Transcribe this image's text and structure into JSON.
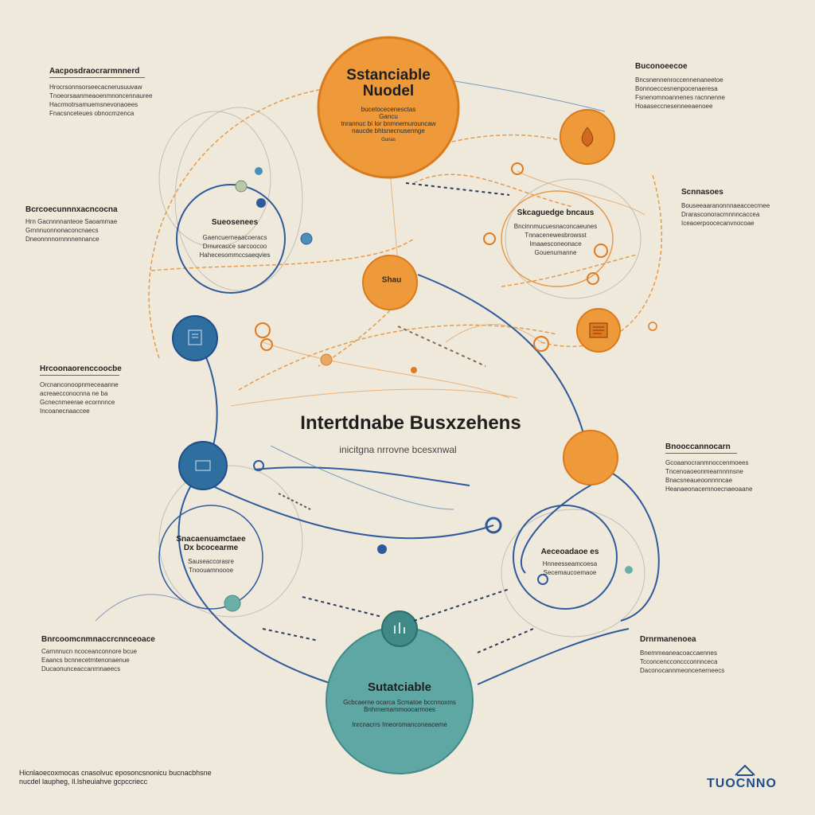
{
  "colors": {
    "background": "#efe9dc",
    "orange": "#ef9a3a",
    "orange_dark": "#d97b1c",
    "blue": "#2f6f9f",
    "navy": "#1f4e8c",
    "teal": "#5ea7a5",
    "line_blue": "#2e5a9c",
    "line_orange": "#e59a4a"
  },
  "icons": [
    "flame-icon",
    "document-icon",
    "book-icon",
    "building-logo-icon"
  ],
  "diagram": {
    "title": "Intertdnabe Busxzehens",
    "subtitle": "inicitgna nrrovne bcesxnwal",
    "top_node": {
      "title": "Sstanciable Nuodel",
      "lines": [
        "bucetocecenesctas",
        "Gancu",
        "tnrannuc bi Ior bnmnemurouncaw",
        "naucde bhtsnecnusennge"
      ],
      "foot": "Gunas"
    },
    "bottom_node": {
      "title": "Sutatciable",
      "lines": [
        "Gcbcaerne ocarca Scmatoe bccnnoxms",
        "Bnhrnemammoocarmoes",
        "Inrcnacrrs Imeoromanconeaceme"
      ]
    },
    "center_node": {
      "label": "Shau"
    },
    "left_ring_top": {
      "title": "Sueosenees",
      "lines": [
        "Gaencuerneaacoeracs",
        "Drnurcauce sarcoocoo",
        "Hahecesommccsaeqvies"
      ]
    },
    "left_ring_bottom": {
      "title": "Snacaenuamctaee",
      "subtitle": "Dx bcocearme",
      "lines": [
        "Sauseaccorasre",
        "Tnoouamnoooe"
      ]
    },
    "right_ring_top": {
      "title": "Skcaguedge bncaus",
      "lines": [
        "Bncinnmucuesnaconcaeunes",
        "Tnnacenewesbrowsst",
        "Imaaesconeonace",
        "Gouenumanne"
      ]
    },
    "right_ring_bottom": {
      "title": "Aeceoadaoe es",
      "lines": [
        "Hnneesseamcoesa",
        "Secemaucoemaoe"
      ]
    },
    "labels": [
      {
        "title": "Aacposdraocrarmnnerd",
        "lines": [
          "Hrocrsonnsorseecacnerusuuvaw",
          "Tnoeorsaanmeaoenmnoncennauree",
          "Hacrmotrsamuemsnevonaoees",
          "Fnacsnceteues obnocmzenca"
        ]
      },
      {
        "title": "Buconoeecoe",
        "lines": [
          "Bncsnennenroccennenaneetoe",
          "Bonnoeccesnenpocenaeresa",
          "Fsnenomnoannenes racnnenne",
          "Hoaaseccnesenneeaenoee"
        ]
      },
      {
        "title": "Bcrcoecunnnxacncocna",
        "lines": [
          "Hrn Gacnnnnanteoe Saoammae",
          "Grnnnuonnonaconcnaecs",
          "Dneonnnnornnnnennance"
        ]
      },
      {
        "title": "Scnnasoes",
        "lines": [
          "Bouseeaaranonnnaeaccecrnee",
          "Drarasconoracrnnnncaccea",
          "Iceaoerpoocecanvnocoae"
        ]
      },
      {
        "title": "Hrcoonaorenccoocbe",
        "lines": [
          "Orcnanconoopnmeceaanne",
          "acreaecconocnna ne ba",
          "Gcnecnmeerae ecornnnce",
          "Incoanecnaaccee"
        ]
      },
      {
        "title": "Bnooccannocarn",
        "lines": [
          "Gcoaanocranmnoccenmoees",
          "Tncenoaoeonmearnnnnsne",
          "Bnacsneaueoonnnncae",
          "Heanaeonacemnoecnaeoaane"
        ]
      },
      {
        "title": "Bnrcoomcnmnaccrcnnceoace",
        "lines": [
          "Carnnnucn ncoceanconnore bcue",
          "Eaancs bcnnecetrntenonaenue",
          "Ducaonunceaccanrnnaeecs"
        ]
      },
      {
        "title": "Drnrmanenoea",
        "lines": [
          "Bnemmeaneacoaccaennes",
          "Tcconcencconccconnnceca",
          "Daconocannmeoncenerneecs"
        ]
      }
    ],
    "footer": {
      "lines": [
        "Hicnlaoecoxmocas cnasolvuc eposoncsnonicu bucnacbhsne",
        "nucdel laupheg, Il.lsheuiahve gcpccriecc"
      ]
    },
    "logo": {
      "text": "TUOCNNO"
    }
  }
}
